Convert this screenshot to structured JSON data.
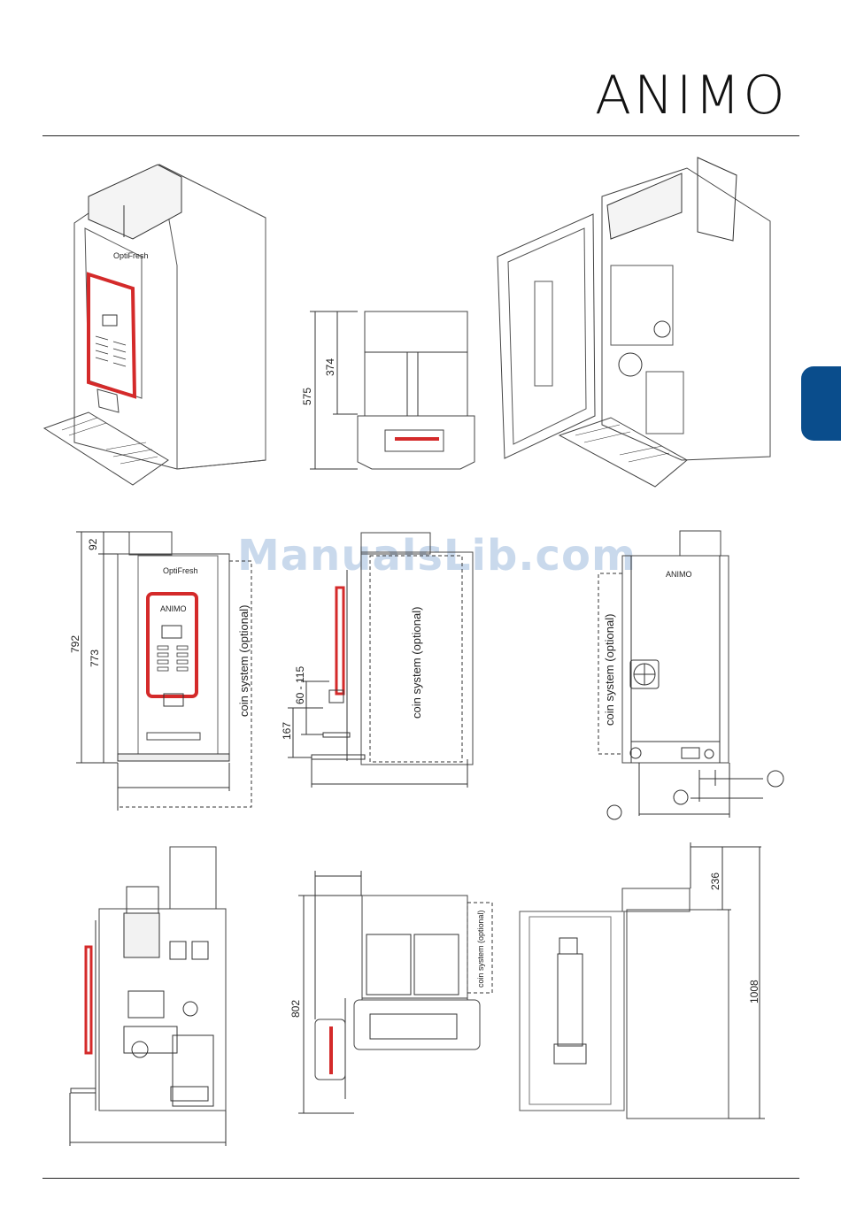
{
  "header": {
    "logo_text": "ANIMO",
    "watermark": "ManualsLib.com"
  },
  "dimensions": {
    "d575": "575",
    "d374": "374",
    "d92": "92",
    "d792": "792",
    "d773": "773",
    "d60_115": "60 - 115",
    "d167": "167",
    "d236": "236",
    "d802": "802",
    "d1008": "1008"
  },
  "notes": {
    "coin_system": "coin system (optional)"
  },
  "brand": {
    "machine_brand": "OptiFresh",
    "panel_logo": "ANIMO"
  },
  "colors": {
    "accent_red": "#d42a2a",
    "tab_blue": "#0a4d8c",
    "line": "#333333"
  }
}
